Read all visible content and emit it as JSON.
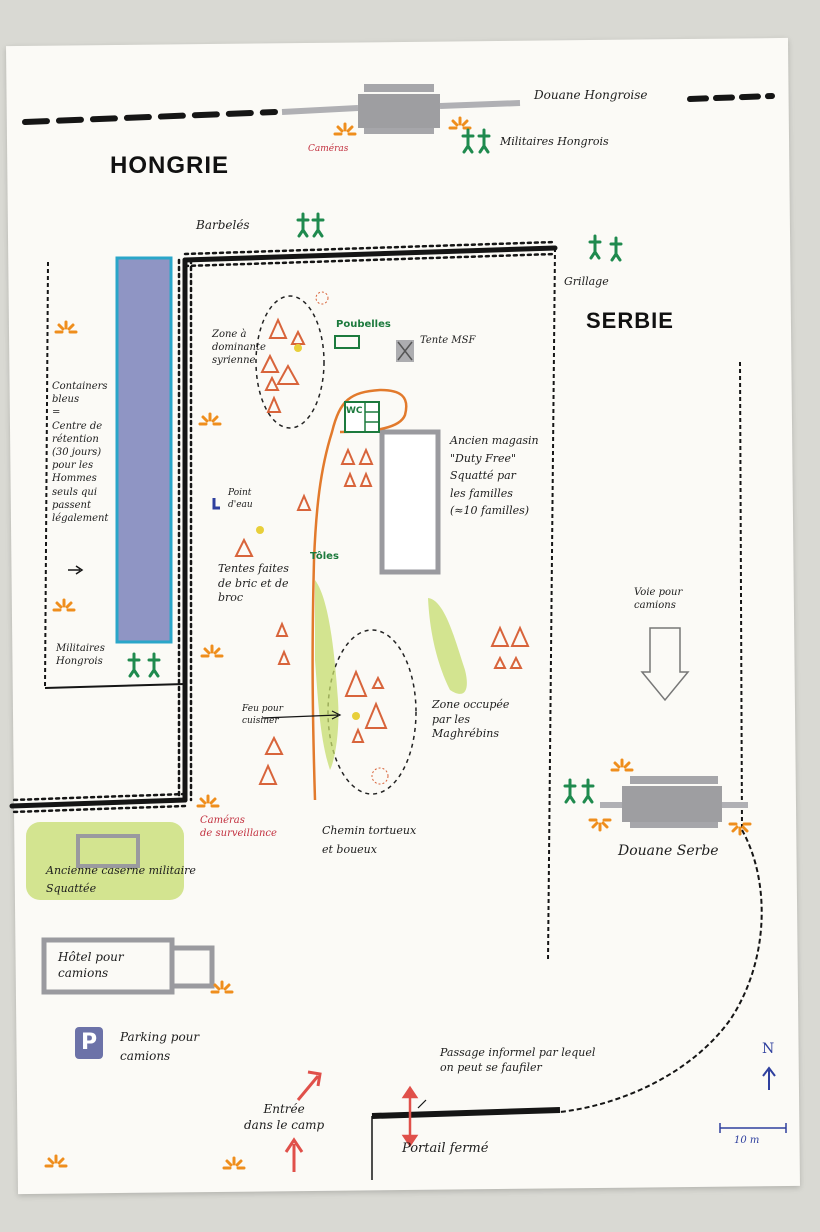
{
  "map": {
    "countries": {
      "north": "HONGRIE",
      "east": "SERBIE"
    },
    "labels": {
      "douane_hongroise": "Douane Hongroise",
      "cameras_top": "Caméras",
      "militaires_hongrois_top": "Militaires Hongrois",
      "barbeles": "Barbelés",
      "grillage": "Grillage",
      "zone_syrienne": [
        "Zone à",
        "dominante",
        "syrienne"
      ],
      "poubelles": "Poubelles",
      "tente_msf": "Tente MSF",
      "wc": "WC",
      "containers": [
        "Containers",
        "bleus",
        "=",
        "Centre de",
        "rétention",
        "(30 jours)",
        "pour les",
        "Hommes",
        "seuls qui",
        "passent",
        "légalement"
      ],
      "magasin": [
        "Ancien magasin",
        "\"Duty Free\"",
        "Squatté par",
        "les familles",
        "(≈10 familles)"
      ],
      "point_eau": [
        "Point",
        "d'eau"
      ],
      "tentes": [
        "Tentes faites",
        "de bric et de",
        "broc"
      ],
      "toles": "Tôles",
      "voie_camions": [
        "Voie pour",
        "camions"
      ],
      "militaires_hongrois_left": [
        "Militaires",
        "Hongrois"
      ],
      "feu": [
        "Feu pour",
        "cuisiner"
      ],
      "zone_maghrebins": [
        "Zone occupée",
        "par les",
        "Maghrébins"
      ],
      "douane_serbe": "Douane Serbe",
      "cameras_surveillance": [
        "Caméras",
        "de surveillance"
      ],
      "chemin": [
        "Chemin tortueux",
        "et boueux"
      ],
      "caserne": [
        "Ancienne caserne militaire",
        "Squattée"
      ],
      "hotel": [
        "Hôtel pour",
        "camions"
      ],
      "parking": [
        "Parking pour",
        "camions"
      ],
      "parking_icon": "P",
      "passage": [
        "Passage informel par lequel",
        "on peut se faufiler"
      ],
      "entree": [
        "Entrée",
        "dans le camp"
      ],
      "portail": "Portail fermé",
      "north": "N",
      "scale": "10 m"
    },
    "colors": {
      "fence": "#151515",
      "container_blue": "#2aa6c9",
      "container_fill": "#8f95c4",
      "path_orange": "#e27a2c",
      "tent_orange": "#d8643b",
      "camera_orange": "#ef8e1d",
      "soldier_green": "#1f8a4e",
      "vegetation": "#c6dc6e",
      "grey_marker": "#9a9a9f",
      "camera_red": "#c2303f",
      "arrow_red": "#e0504a"
    }
  }
}
